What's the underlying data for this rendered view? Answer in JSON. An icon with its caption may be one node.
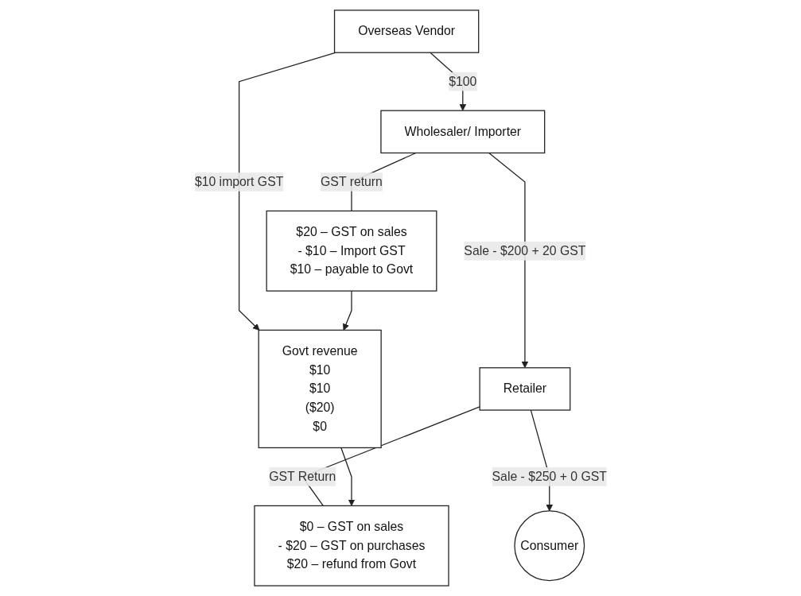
{
  "diagram": {
    "nodes": [
      {
        "text": [
          "Overseas Vendor"
        ]
      },
      {
        "text": [
          "Govt revenue",
          "$10",
          "$10",
          "($20)",
          "$0"
        ]
      },
      {
        "text": [
          "Wholesaler/ Importer"
        ]
      },
      {
        "text": [
          "$20 – GST on sales",
          "- $10 – Import GST",
          "$10 – payable to Govt"
        ]
      },
      {
        "text": [
          "Retailer"
        ]
      },
      {
        "text": [
          "$0 – GST on sales",
          "- $20 – GST on purchases",
          "$20 – refund from Govt"
        ]
      },
      {
        "text": [
          "Consumer"
        ]
      }
    ],
    "edges": [
      {
        "from": 0,
        "to": 2,
        "arrow": "to",
        "label": "$100"
      },
      {
        "from": 0,
        "to": 1,
        "arrow": "to",
        "label": "$10 import GST"
      },
      {
        "from": 2,
        "to": 3,
        "arrow": "none",
        "label": "GST return"
      },
      {
        "from": 3,
        "to": 1,
        "arrow": "to"
      },
      {
        "from": 2,
        "to": 4,
        "arrow": "to",
        "label": "Sale - $200 + 20 GST"
      },
      {
        "from": 4,
        "to": 5,
        "arrow": "none",
        "label": "GST Return"
      },
      {
        "from": 1,
        "to": 5,
        "arrow": "to"
      },
      {
        "from": 4,
        "to": 6,
        "arrow": "to",
        "label": "Sale - $250 + 0 GST"
      }
    ]
  }
}
